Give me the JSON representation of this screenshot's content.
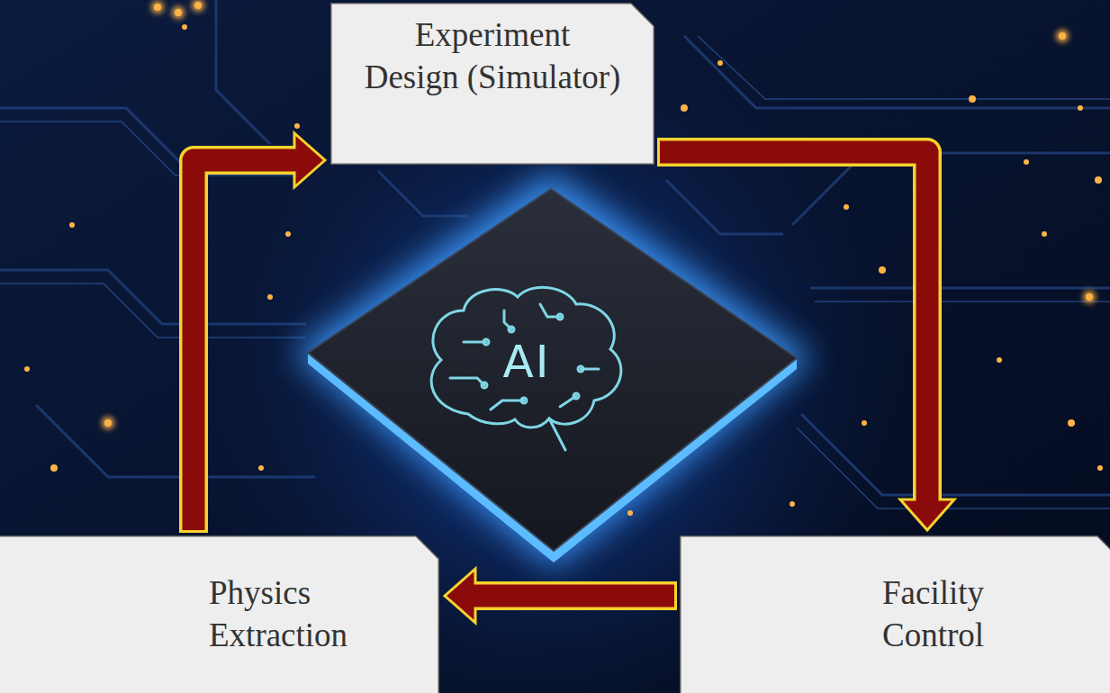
{
  "diagram": {
    "nodes": [
      {
        "text": [
          "Experiment Design (Simulator)"
        ]
      },
      {
        "text": [
          "Physics Extraction"
        ]
      },
      {
        "text": [
          "Facility Control"
        ]
      }
    ],
    "edges": [
      {
        "from": 0,
        "to": 2,
        "arrow": "to"
      },
      {
        "from": 2,
        "to": 1,
        "arrow": "to"
      },
      {
        "from": 1,
        "to": 0,
        "arrow": "to"
      }
    ],
    "labels": [
      "AI"
    ]
  }
}
